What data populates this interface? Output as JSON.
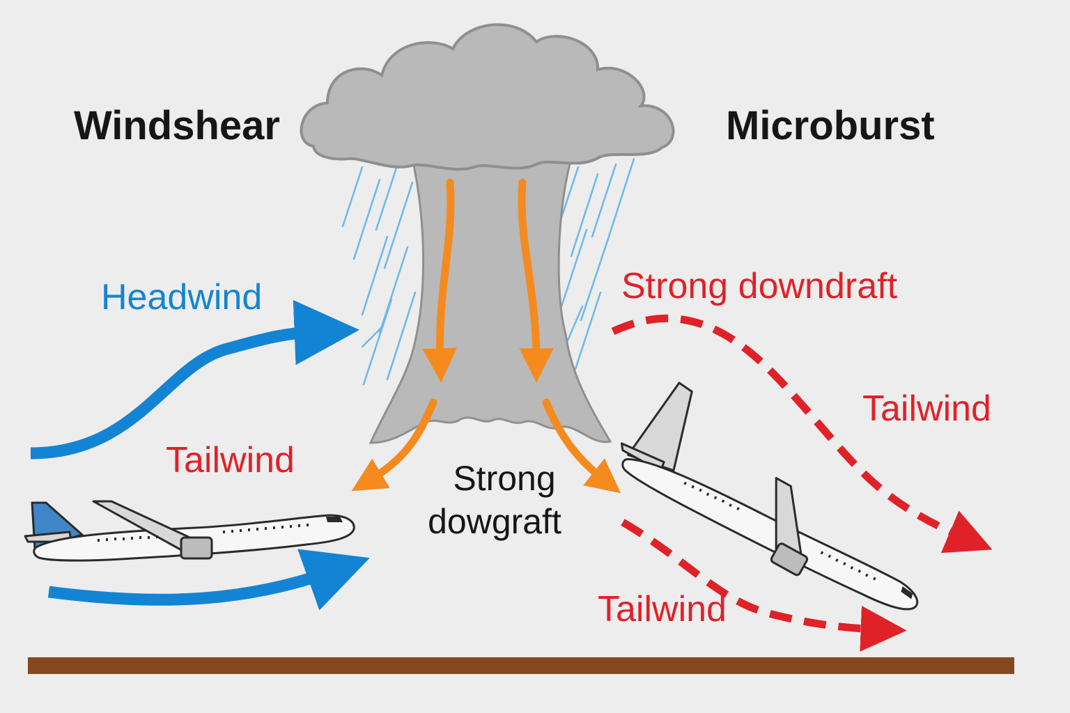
{
  "labels": {
    "windshear": "Windshear",
    "microburst": "Microburst",
    "headwind": "Headwind",
    "tailwind_left": "Tailwind",
    "strong_downdraft": "Strong downdraft",
    "tailwind_right_upper": "Tailwind",
    "tailwind_right_lower": "Tailwind",
    "center_line1": "Strong",
    "center_line2": "dowgraft"
  },
  "colors": {
    "background": "#ededed",
    "headwind": "#1384d4",
    "tailwind": "#e02128",
    "downdraft_arrows": "#f58a1f",
    "cloud": "#b9b9b9",
    "cloud_outline": "#8f8f8f",
    "rain": "#6cb8ea",
    "ground": "#86491f",
    "title_text": "#161616",
    "aircraft_body": "#f7f7f7",
    "aircraft_tail_left": "#3f86c8"
  },
  "icons": {
    "cloud": "storm-cloud-icon",
    "aircraft_left": "airliner-icon",
    "aircraft_right": "airliner-icon"
  }
}
